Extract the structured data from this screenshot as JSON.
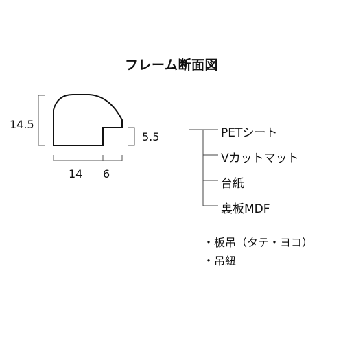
{
  "title": "フレーム断面図",
  "dimensions": {
    "height": "14.5",
    "lip_height": "5.5",
    "width_main": "14",
    "width_lip": "6"
  },
  "layers": [
    "PETシート",
    "Vカットマット",
    "台紙",
    "裏板MDF"
  ],
  "notes": [
    "・板吊（タテ・ヨコ）",
    "・吊紐"
  ],
  "colors": {
    "line": "#222222",
    "profile": "#111111"
  }
}
